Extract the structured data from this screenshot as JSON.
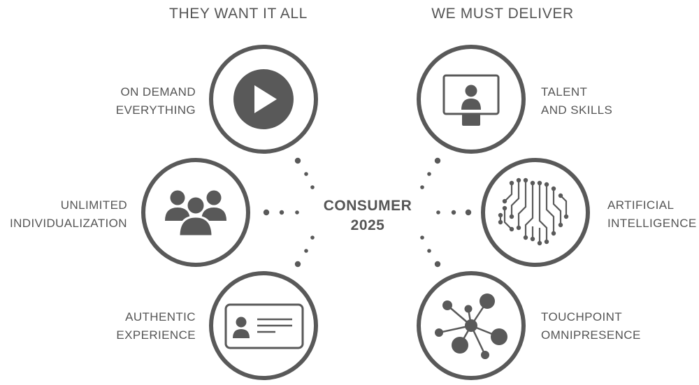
{
  "headings": {
    "left": "THEY WANT IT ALL",
    "right": "WE MUST DELIVER"
  },
  "center": {
    "line1": "CONSUMER",
    "line2": "2025"
  },
  "left_items": [
    {
      "line1": "ON DEMAND",
      "line2": "EVERYTHING",
      "icon": "play-icon"
    },
    {
      "line1": "UNLIMITED",
      "line2": "INDIVIDUALIZATION",
      "icon": "group-of-people-icon"
    },
    {
      "line1": "AUTHENTIC",
      "line2": "EXPERIENCE",
      "icon": "id-card-icon"
    }
  ],
  "right_items": [
    {
      "line1": "TALENT",
      "line2": "AND SKILLS",
      "icon": "person-at-screen-icon"
    },
    {
      "line1": "ARTIFICIAL",
      "line2": "INTELLIGENCE",
      "icon": "circuit-brain-icon"
    },
    {
      "line1": "TOUCHPOINT",
      "line2": "OMNIPRESENCE",
      "icon": "network-nodes-icon"
    }
  ],
  "colors": {
    "ink": "#595959",
    "text": "#555555",
    "background": "#ffffff"
  }
}
